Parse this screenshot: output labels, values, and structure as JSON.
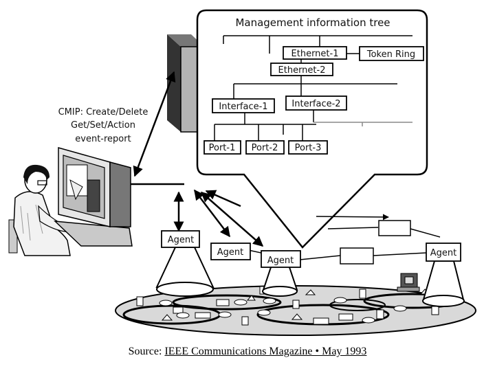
{
  "tree": {
    "title": "Management information tree",
    "nodes": {
      "ethernet1": "Ethernet-1",
      "token_ring": "Token Ring",
      "ethernet2": "Ethernet-2",
      "interface1": "Interface-1",
      "interface2": "Interface-2",
      "port1": "Port-1",
      "port2": "Port-2",
      "port3": "Port-3"
    }
  },
  "cmip": {
    "line1": "CMIP: Create/Delete",
    "line2": "Get/Set/Action",
    "line3": "event-report"
  },
  "agents": [
    "Agent",
    "Agent",
    "Agent",
    "Agent"
  ],
  "source": {
    "prefix": "Source: ",
    "publication": "IEEE Communications Magazine • May 1993"
  }
}
